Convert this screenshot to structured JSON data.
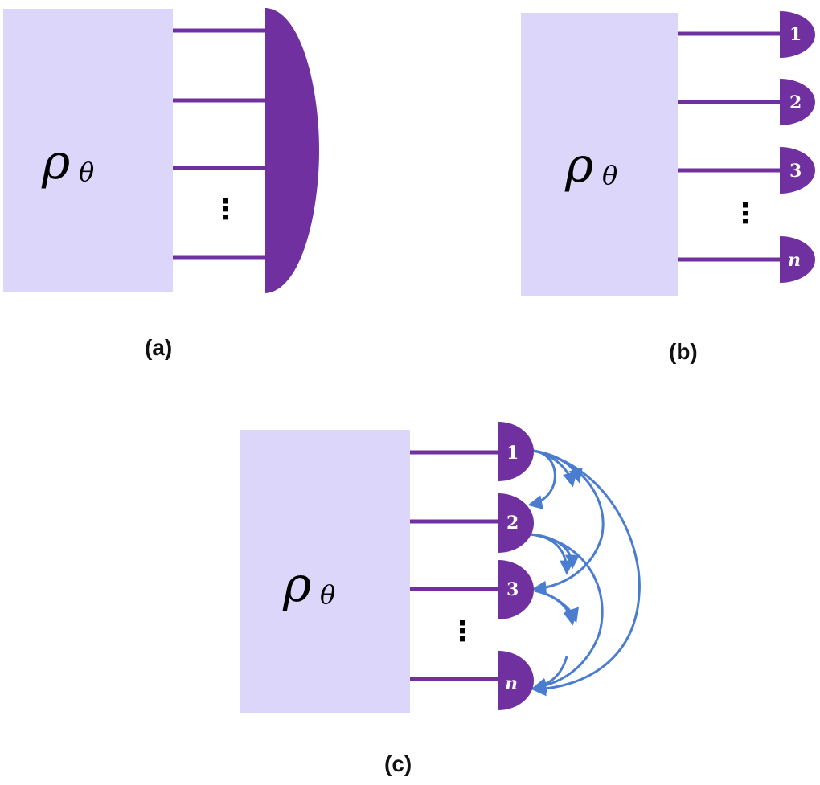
{
  "panels": {
    "a": {
      "caption": "(a)",
      "state_symbol": "ρ",
      "state_subscript": "θ",
      "ellipsis": "⋮"
    },
    "b": {
      "caption": "(b)",
      "state_symbol": "ρ",
      "state_subscript": "θ",
      "ellipsis": "⋮",
      "detectors": [
        "1",
        "2",
        "3",
        "n"
      ]
    },
    "c": {
      "caption": "(c)",
      "state_symbol": "ρ",
      "state_subscript": "θ",
      "ellipsis": "⋮",
      "detectors": [
        "1",
        "2",
        "3",
        "n"
      ]
    }
  },
  "colors": {
    "state_box": "#ddd6fb",
    "detector": "#7030a0",
    "feedforward_arrow": "#4a7dd0"
  }
}
